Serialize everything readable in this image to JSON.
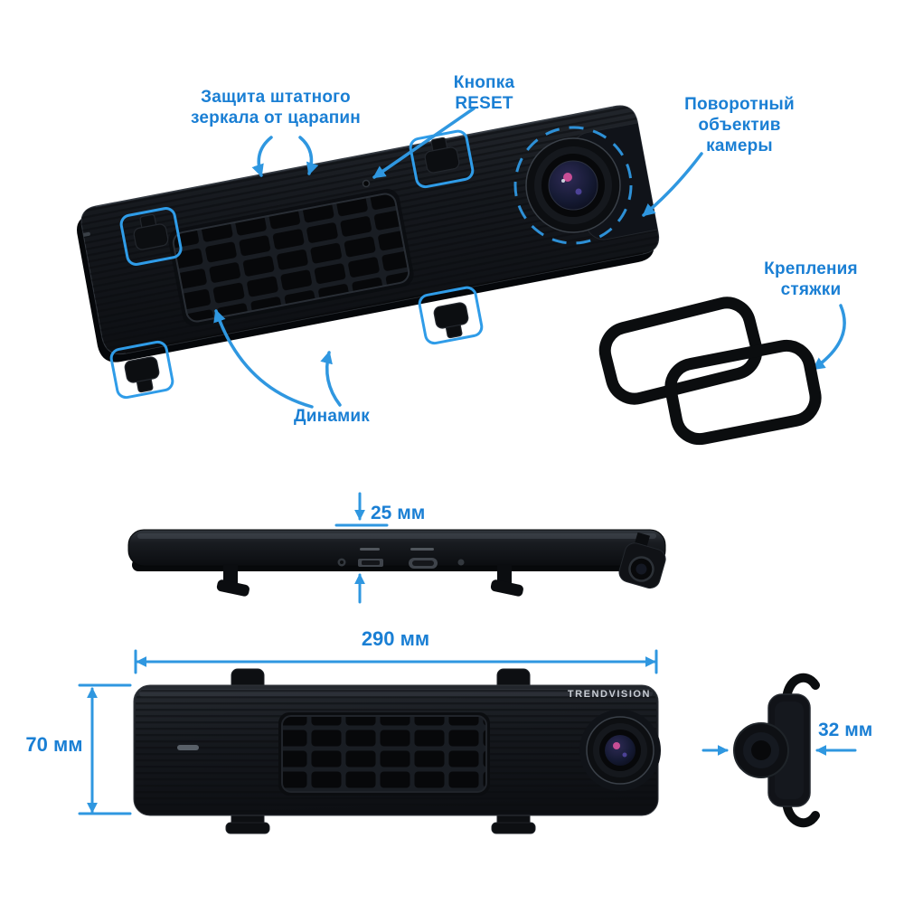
{
  "brand": "TRENDVISION",
  "callouts": {
    "mirror_protection": "Защита штатного\nзеркала от царапин",
    "reset_button": "Кнопка\nRESET",
    "rotating_lens": "Поворотный\nобъектив\nкамеры",
    "cable_ties": "Крепления\nстяжки",
    "speaker": "Динамик"
  },
  "dimensions": {
    "thickness": "25 мм",
    "width": "290 мм",
    "height": "70 мм",
    "depth": "32 мм"
  },
  "colors": {
    "accent_text": "#1a7fd4",
    "accent_arrow": "#2f97e0",
    "device_body": "#15181c",
    "background": "#ffffff"
  }
}
